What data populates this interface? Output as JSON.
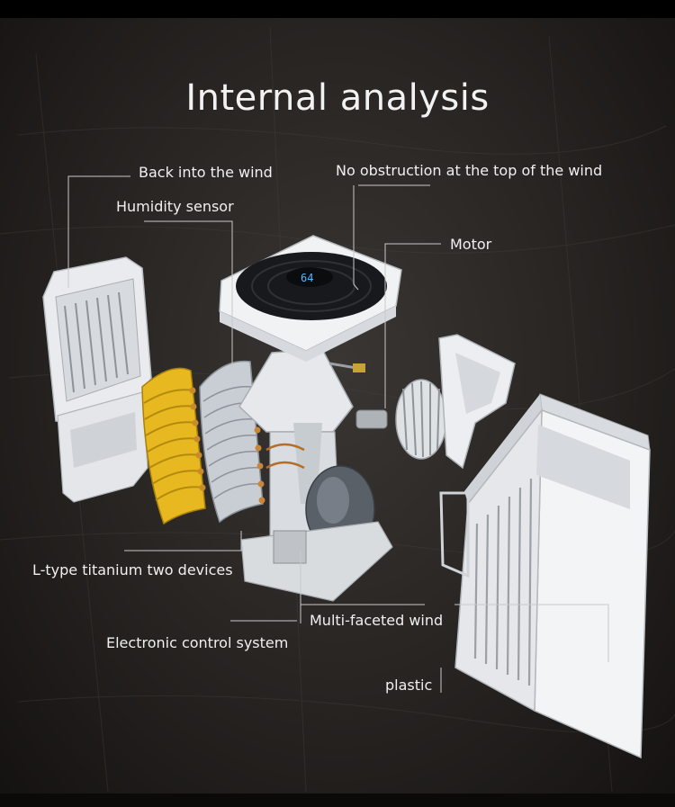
{
  "title": "Internal analysis",
  "labels": {
    "back_into_wind": "Back into the wind",
    "no_obstruction": "No obstruction at the top of the wind",
    "humidity_sensor": "Humidity sensor",
    "motor": "Motor",
    "l_type": "L-type titanium two devices",
    "multi_faceted": "Multi-faceted wind",
    "electronic_control": "Electronic control system",
    "plastic": "plastic"
  },
  "display_readout": "64"
}
